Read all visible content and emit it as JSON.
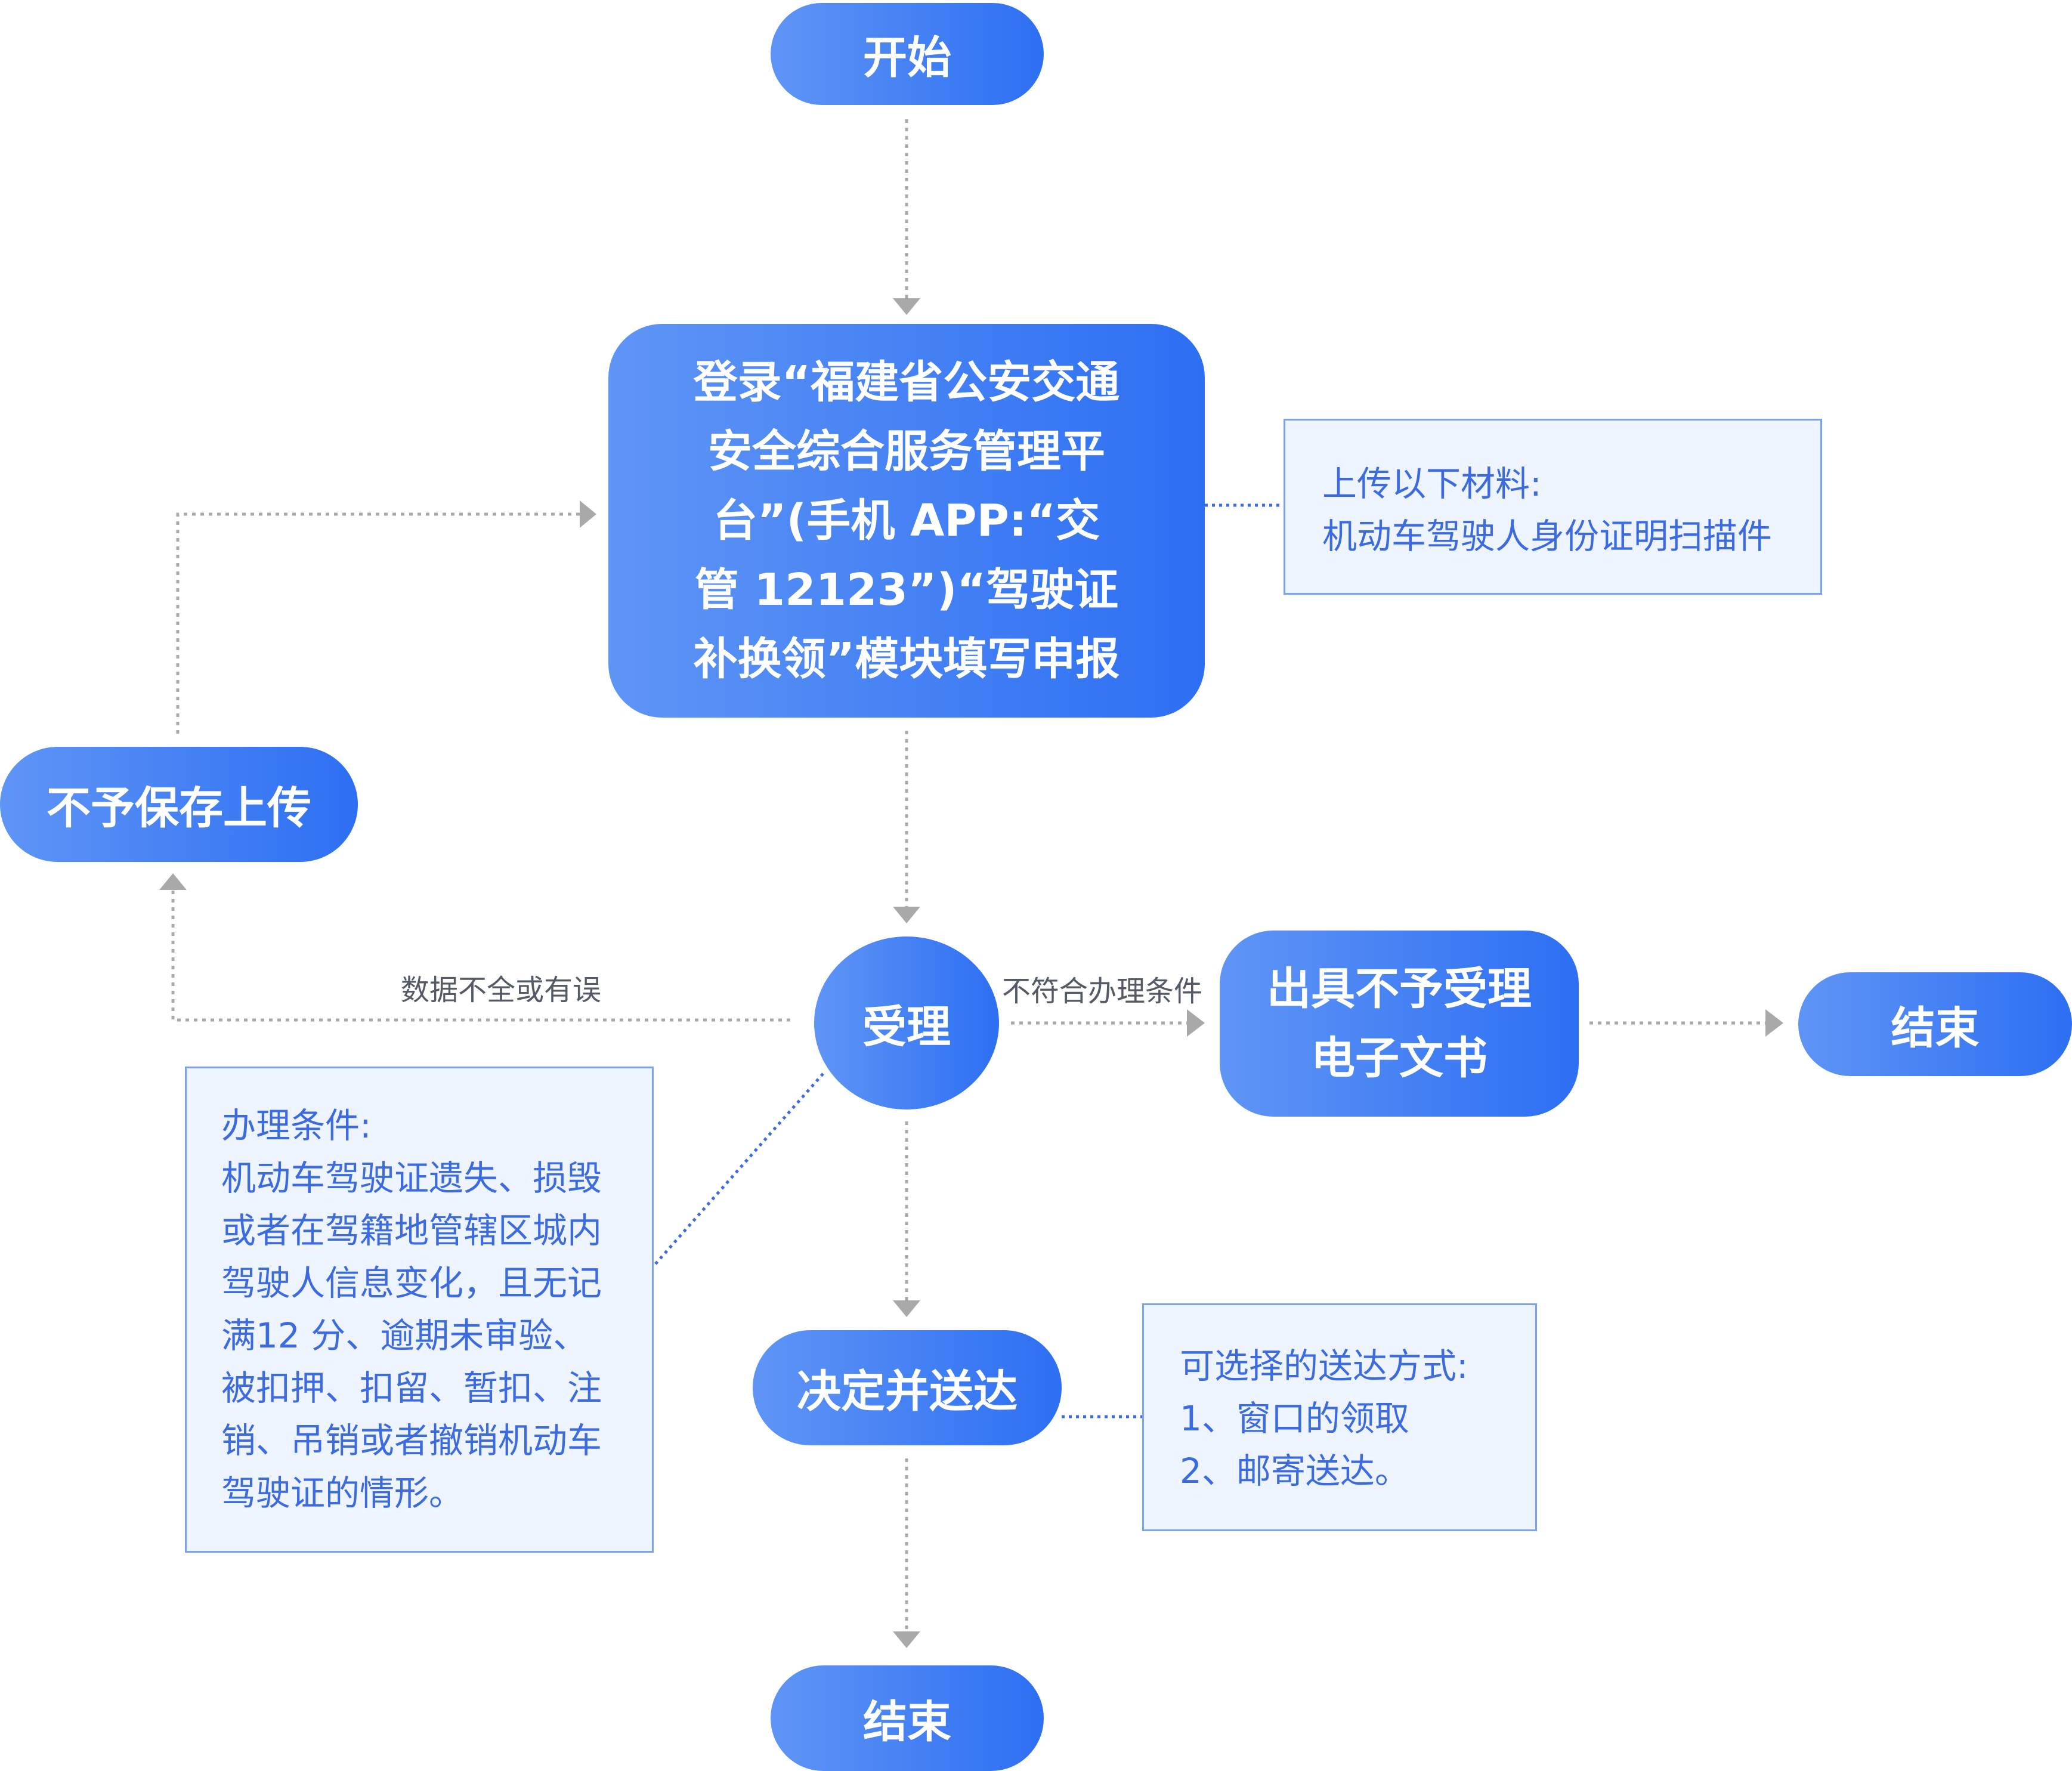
{
  "nodes": {
    "start": "开始",
    "apply": "登录“福建省公安交通\n安全综合服务管理平\n台”(手机 APP:“交\n管 12123”)“驾驶证\n补换领”模块填写申报",
    "no_save": "不予保存上传",
    "accept": "受理",
    "reject_doc": "出具不予受理\n电子文书",
    "end_right": "结束",
    "decide": "决定并送达",
    "end_bottom": "结束"
  },
  "notes": {
    "materials": [
      "上传以下材料:",
      "机动车驾驶人身份证明扫描件"
    ],
    "conditions": [
      "办理条件:",
      "机动车驾驶证遗失、损毁",
      "或者在驾籍地管辖区城内",
      "驾驶人信息变化，且无记",
      "满12 分、逾期未审验、",
      "被扣押、扣留、暂扣、注",
      "销、吊销或者撤销机动车",
      "驾驶证的情形。"
    ],
    "delivery": [
      "可选择的送达方式:",
      "1、窗口的领取",
      "2、邮寄送达。"
    ]
  },
  "edge_labels": {
    "incomplete": "数据不全或有误",
    "not_qualified": "不符合办理条件"
  },
  "colors": {
    "node_gradient_start": "#5f95f5",
    "node_gradient_end": "#2d6ff3",
    "note_fill": "#eef4fe",
    "note_border": "#7ba3ea",
    "note_text": "#3c6be0",
    "connector": "#a9a9a9",
    "note_connector": "#3c6be0"
  }
}
